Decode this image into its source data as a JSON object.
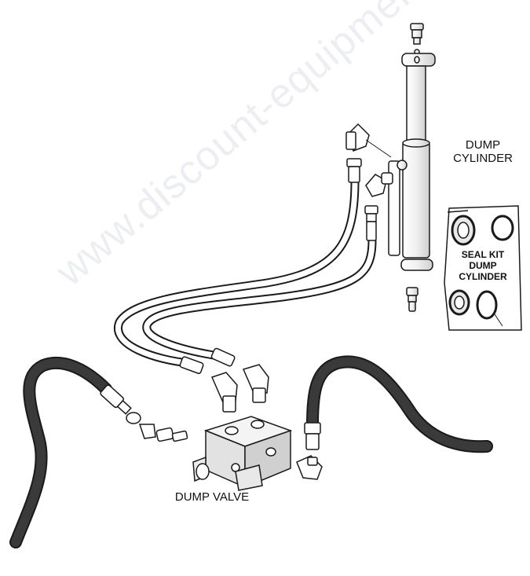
{
  "labels": {
    "dump_cylinder": "DUMP\nCYLINDER",
    "dump_valve": "DUMP VALVE",
    "seal_kit": "SEAL KIT\nDUMP\nCYLINDER"
  },
  "watermark": "www.discount-equipment.com",
  "colors": {
    "line": "#1a1a1a",
    "hose_fill": "#ffffff",
    "black_hose": "#2b2b2b",
    "watermark": "#96a0be"
  }
}
